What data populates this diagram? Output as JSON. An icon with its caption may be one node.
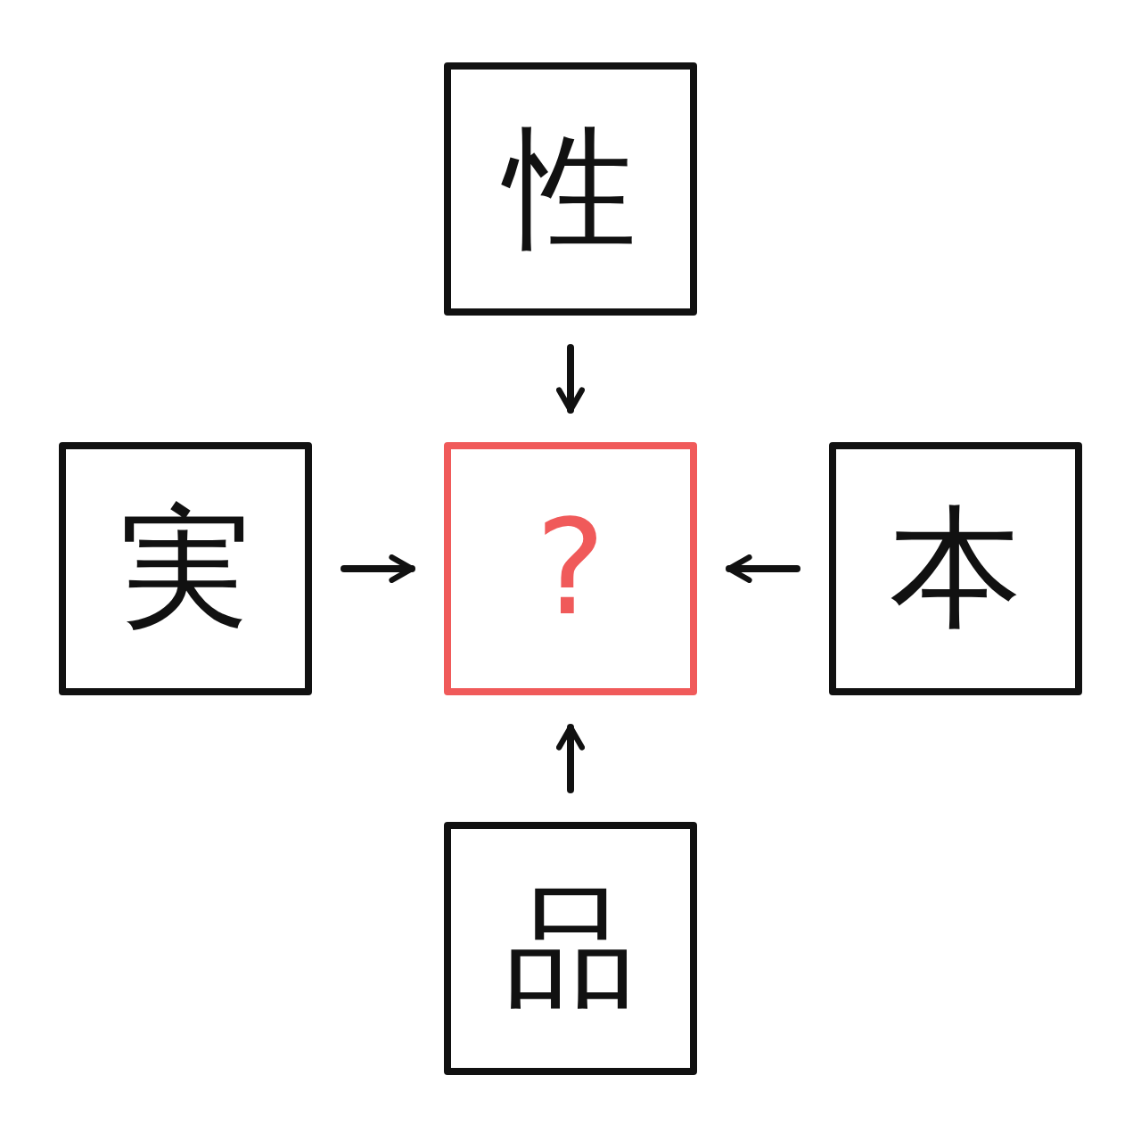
{
  "diagram": {
    "nodes": [
      {
        "text": [
          "性"
        ]
      },
      {
        "text": [
          "実"
        ]
      },
      {
        "text": [
          "?"
        ]
      },
      {
        "text": [
          "本"
        ]
      },
      {
        "text": [
          "品"
        ]
      }
    ],
    "edges": [
      {
        "from": 0,
        "to": 2,
        "arrow": "to"
      },
      {
        "from": 1,
        "to": 2,
        "arrow": "to"
      },
      {
        "from": 3,
        "to": 2,
        "arrow": "to"
      },
      {
        "from": 4,
        "to": 2,
        "arrow": "to"
      }
    ]
  }
}
